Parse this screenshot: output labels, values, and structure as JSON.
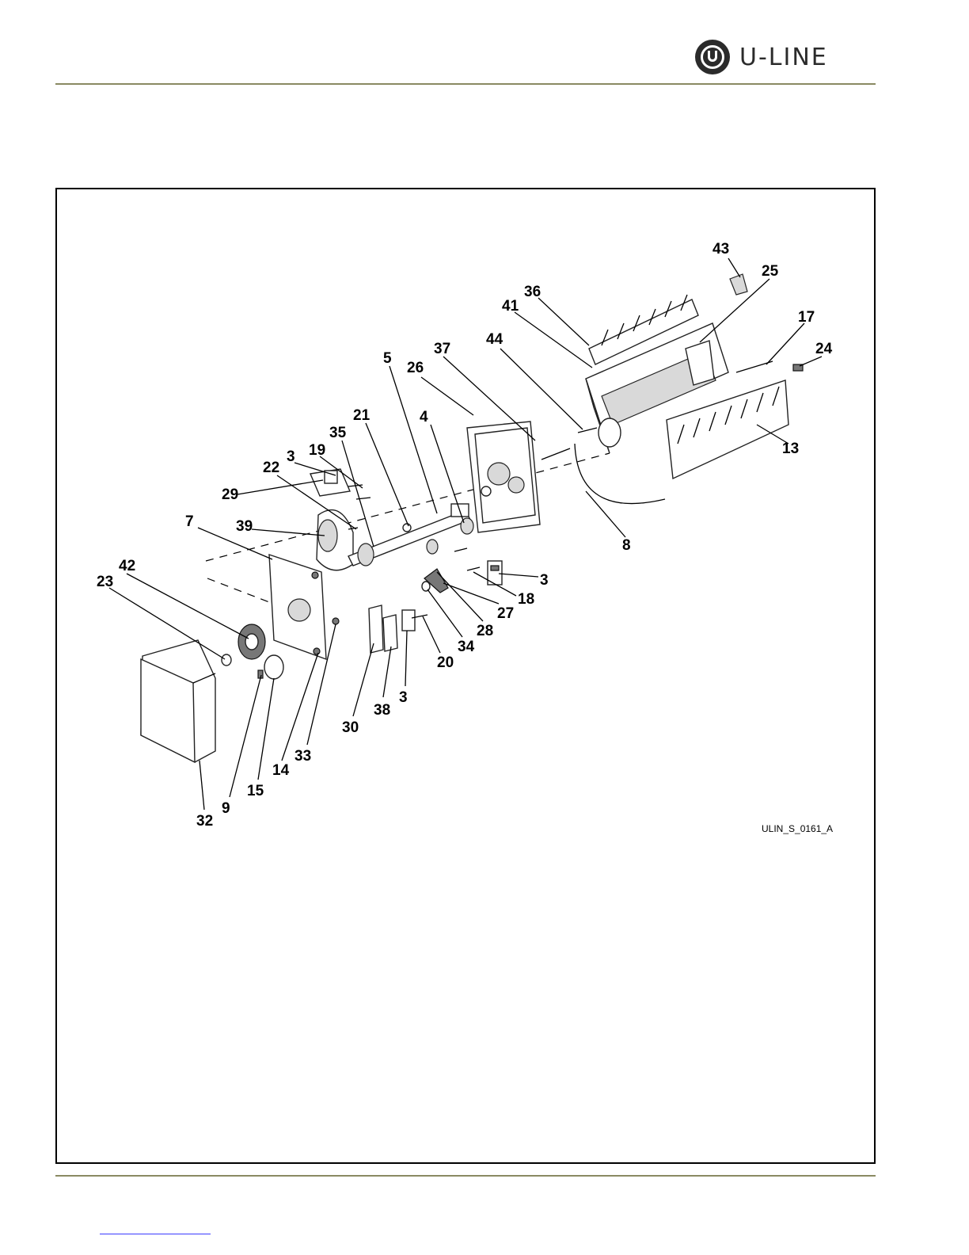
{
  "header": {
    "brand": "U-LINE",
    "logo_icon": "u-line-logo-icon"
  },
  "diagram": {
    "id_label": "ULIN_S_0161_A",
    "callouts": {
      "c43": "43",
      "c25": "25",
      "c36": "36",
      "c41": "41",
      "c17": "17",
      "c24": "24",
      "c44": "44",
      "c37": "37",
      "c5": "5",
      "c26": "26",
      "c13": "13",
      "c21": "21",
      "c4": "4",
      "c35": "35",
      "c19": "19",
      "c3a": "3",
      "c22": "22",
      "c29": "29",
      "c39": "39",
      "c7": "7",
      "c8": "8",
      "c3b": "3",
      "c18": "18",
      "c42": "42",
      "c23": "23",
      "c27": "27",
      "c28": "28",
      "c34": "34",
      "c20": "20",
      "c30": "30",
      "c38": "38",
      "c3c": "3",
      "c33": "33",
      "c14": "14",
      "c15": "15",
      "c9": "9",
      "c32": "32"
    }
  },
  "colors": {
    "rule": "#8a8a62",
    "link": "#3a3aff",
    "ink": "#000000"
  }
}
